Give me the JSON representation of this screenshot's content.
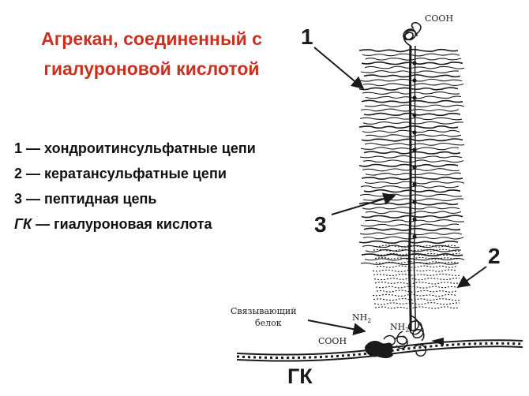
{
  "title": "Агрекан, соединенный с гиалуроновой кислотой",
  "title_lines": [
    "Агрекан, соединенный с",
    "гиалуроновой кислотой"
  ],
  "legend": [
    {
      "key": "1",
      "separator": " — ",
      "text": "хондроитинсульфатные цепи"
    },
    {
      "key": "2",
      "separator": " — ",
      "text": "кератансульфатные цепи"
    },
    {
      "key": "3",
      "separator": " — ",
      "text": "пептидная цепь"
    },
    {
      "key": "ГК",
      "separator": " — ",
      "text": "гиалуроновая кислота"
    }
  ],
  "diagram": {
    "label_1": "1",
    "label_2": "2",
    "label_3": "3",
    "label_gk": "ГК",
    "cooh_top": "COOH",
    "cooh_bottom": "COOH",
    "nh2_left": "NH",
    "nh2_right": "NH",
    "nh2_sub": "2",
    "binding_protein_line1": "Связывающий",
    "binding_protein_line2": "белок"
  },
  "colors": {
    "title": "#c8311f",
    "text": "#111111",
    "drawing": "#1a1a1a"
  }
}
